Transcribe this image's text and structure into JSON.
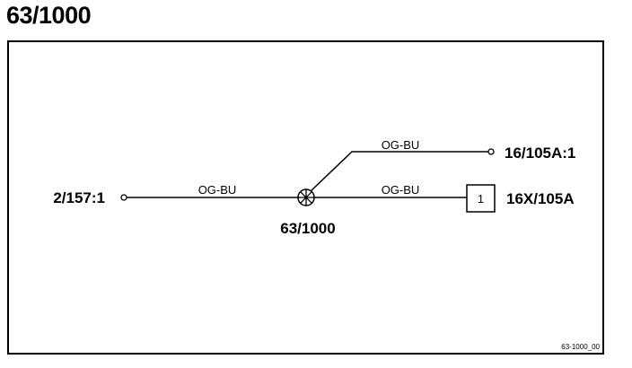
{
  "title": "63/1000",
  "diagram": {
    "left_connector": "2/157:1",
    "splice_label": "63/1000",
    "wire_left": "OG-BU",
    "wire_upper": "OG-BU",
    "wire_right": "OG-BU",
    "upper_connector": "16/105A:1",
    "right_connector": "16X/105A",
    "pin_number": "1",
    "ref_code": "63-1000_00"
  }
}
